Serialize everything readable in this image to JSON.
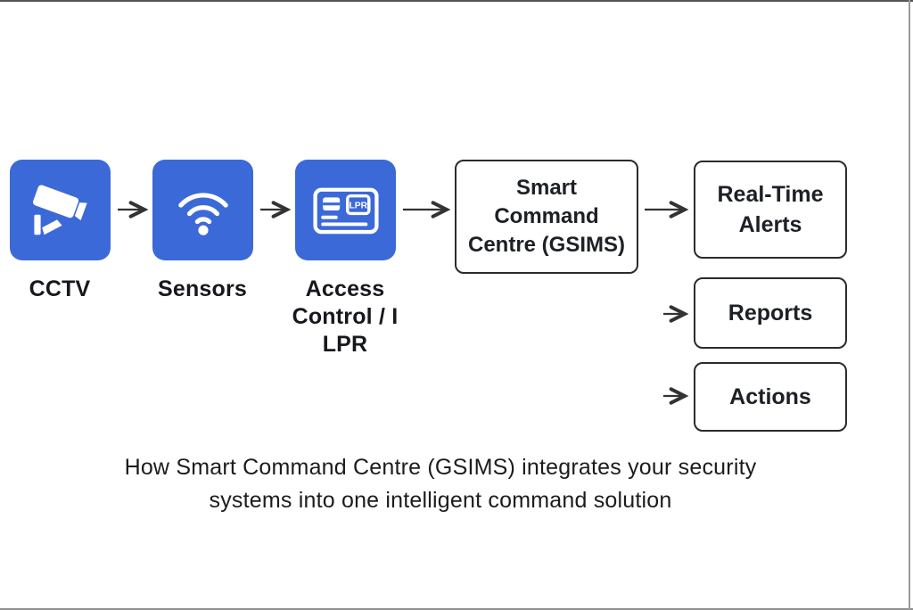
{
  "nodes": {
    "cctv": {
      "label": "CCTV"
    },
    "sensors": {
      "label": "Sensors"
    },
    "access": {
      "label_line1": "Access",
      "label_line2": "Control / I",
      "label_line3": "LPR",
      "card_badge": "LPR"
    },
    "command_centre": {
      "line1": "Smart",
      "line2": "Command",
      "line3": "Centre (GSIMS)"
    },
    "alerts": {
      "line1": "Real-Time",
      "line2": "Alerts"
    },
    "reports": {
      "label": "Reports"
    },
    "actions": {
      "label": "Actions"
    }
  },
  "caption": {
    "line1": "How Smart Command Centre (GSIMS) integrates your security",
    "line2": "systems into one intelligent command solution"
  },
  "icons": {
    "cctv": "cctv-camera-icon",
    "sensors": "wifi-signal-icon",
    "access": "id-card-lpr-icon"
  },
  "colors": {
    "icon_blue": "#3c69d8",
    "box_border": "#2b2b2b",
    "arrow": "#333333",
    "label_text": "#16181d",
    "caption_text": "#1c1c1e"
  }
}
